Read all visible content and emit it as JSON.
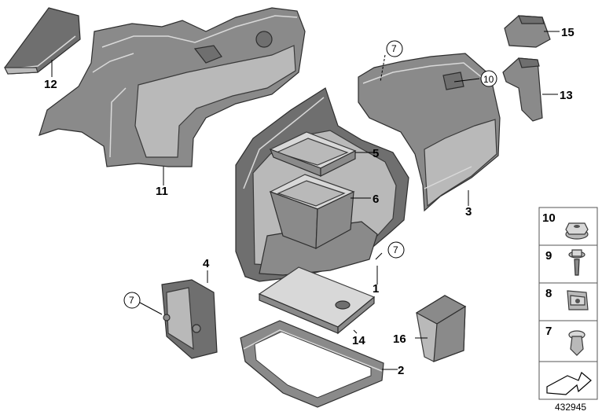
{
  "callouts": {
    "c1": "1",
    "c2": "2",
    "c3": "3",
    "c4": "4",
    "c5": "5",
    "c6": "6",
    "c11": "11",
    "c12": "12",
    "c13": "13",
    "c14": "14",
    "c15": "15",
    "c16": "16"
  },
  "circled": {
    "a": "7",
    "b": "7",
    "c": "7",
    "d": "10"
  },
  "legend": {
    "rows": [
      {
        "number": "10",
        "icon": "hex-flange-nut-icon"
      },
      {
        "number": "9",
        "icon": "flange-screw-icon"
      },
      {
        "number": "8",
        "icon": "u-nut-clip-icon"
      },
      {
        "number": "7",
        "icon": "expanding-rivet-icon"
      }
    ],
    "arrow_icon": "arrow-symbol-icon"
  },
  "reference_number": "432945"
}
